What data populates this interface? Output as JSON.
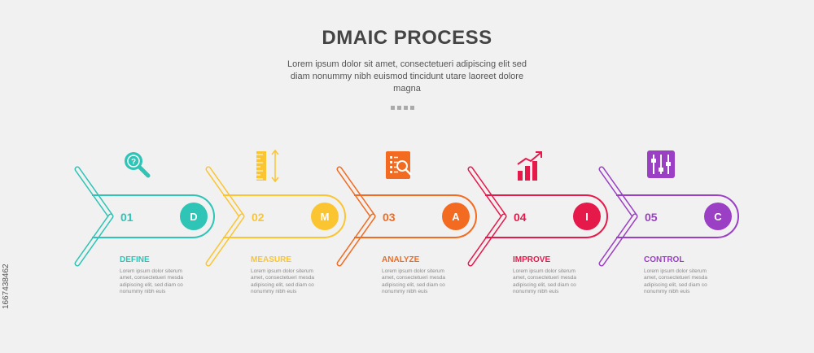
{
  "header": {
    "title": "DMAIC PROCESS",
    "subtitle": "Lorem ipsum dolor sit amet, consectetueri adipiscing elit sed diam nonummy nibh euismod tincidunt utare laoreet dolore magna"
  },
  "steps": [
    {
      "number": "01",
      "letter": "D",
      "title": "DEFINE",
      "icon": "magnifier-question-icon",
      "color": "#2ec4b6",
      "desc": "Lorem ipsum dolor siterum amet, consectetueri mesda adipiscing elit, sed diam co nonummy nibh euis"
    },
    {
      "number": "02",
      "letter": "M",
      "title": "MEASURE",
      "icon": "ruler-icon",
      "color": "#fbc531",
      "desc": "Lorem ipsum dolor siterum amet, consectetueri mesda adipiscing elit, sed diam co nonummy nibh euis"
    },
    {
      "number": "03",
      "letter": "A",
      "title": "ANALYZE",
      "icon": "document-search-icon",
      "color": "#f26b21",
      "desc": "Lorem ipsum dolor siterum amet, consectetueri mesda adipiscing elit, sed diam co nonummy nibh euis"
    },
    {
      "number": "04",
      "letter": "I",
      "title": "IMPROVE",
      "icon": "bar-chart-growth-icon",
      "color": "#e6194b",
      "desc": "Lorem ipsum dolor siterum amet, consectetueri mesda adipiscing elit, sed diam co nonummy nibh euis"
    },
    {
      "number": "05",
      "letter": "C",
      "title": "CONTROL",
      "icon": "sliders-icon",
      "color": "#9b3fc4",
      "desc": "Lorem ipsum dolor siterum amet, consectetueri mesda adipiscing elit, sed diam co nonummy nibh euis"
    }
  ],
  "stock_id": "1667438462"
}
